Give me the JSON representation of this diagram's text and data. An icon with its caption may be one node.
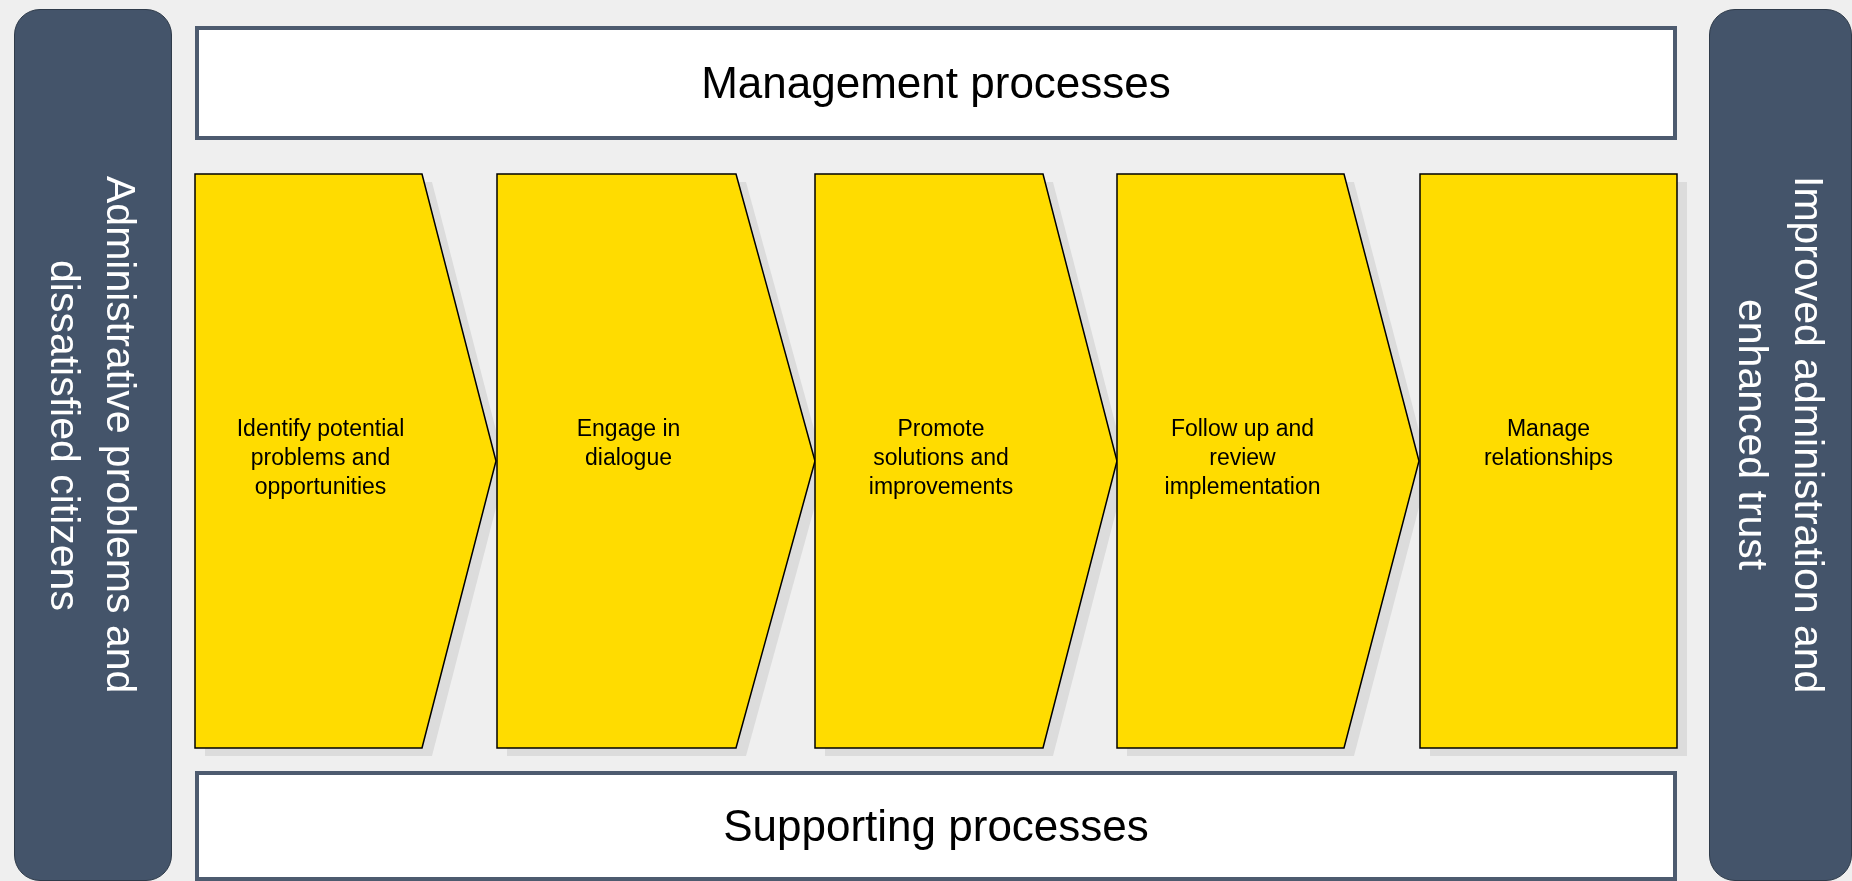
{
  "diagram": {
    "nodes": [
      {
        "text": [
          "Administrative problems and dissatisfied citizens"
        ]
      },
      {
        "text": [
          "Management processes"
        ]
      },
      {
        "text": [
          "Identify potential problems and opportunities"
        ]
      },
      {
        "text": [
          "Engage in dialogue"
        ]
      },
      {
        "text": [
          "Promote solutions and improvements"
        ]
      },
      {
        "text": [
          "Follow up and review implementation"
        ]
      },
      {
        "text": [
          "Manage relationships"
        ]
      },
      {
        "text": [
          "Supporting processes"
        ]
      },
      {
        "text": [
          "Improved administration and enhanced trust"
        ]
      }
    ]
  }
}
